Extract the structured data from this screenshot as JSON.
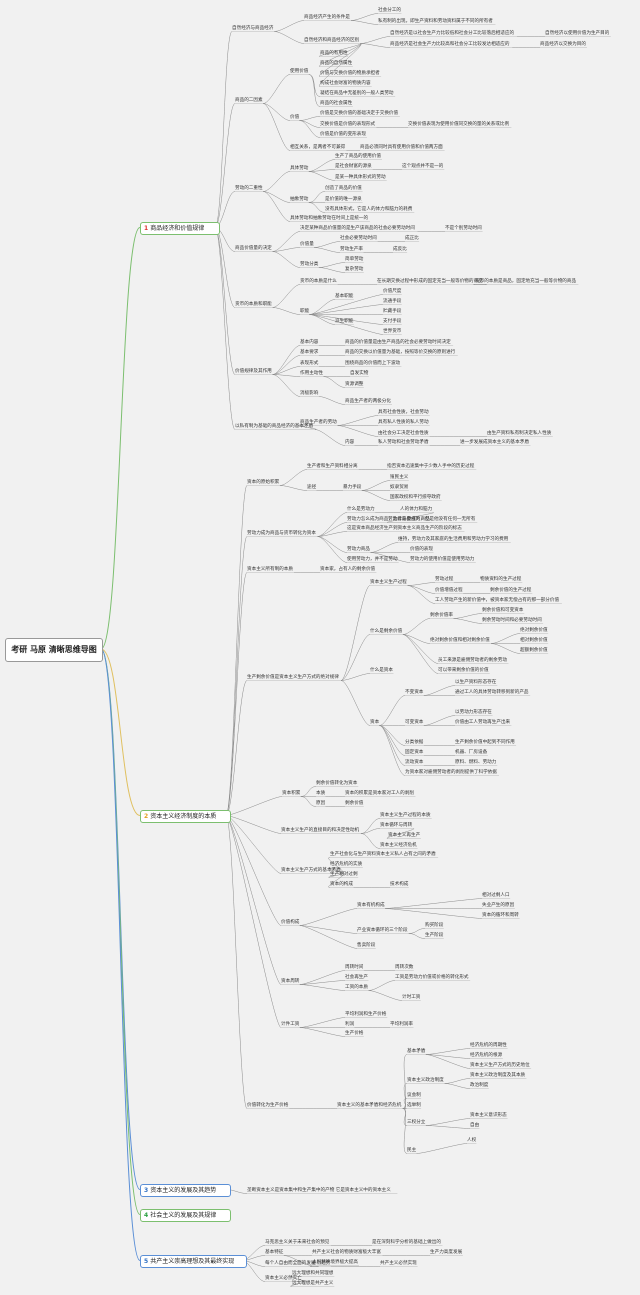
{
  "title": "考研 马原 清晰思维导图",
  "main": [
    {
      "num": "1",
      "label": "商品经济和价值规律",
      "num_color": "#e03030"
    },
    {
      "num": "2",
      "label": "资本主义经济制度的本质",
      "num_color": "#e0a020"
    },
    {
      "num": "3",
      "label": "资本主义的发展及其趋势",
      "num_color": "#2f6fc2"
    },
    {
      "num": "4",
      "label": "社会主义的发展及其规律",
      "num_color": "#2aa040"
    },
    {
      "num": "5",
      "label": "共产主义崇高理想及其最终实现",
      "num_color": "#2f6fc2"
    }
  ],
  "b1": [
    "自然经济与商品经济",
    "商品经济产生的条件是",
    "社会分工的",
    "私有制的出现，即生产资料和劳动资料属于不同的所有者",
    "自然经济和商品经济的区别",
    "自然经济是以社会生产力比较低和社会分工比较落后相适应的",
    "自然经济以使用价值为生产目的",
    "商品经济是社会生产力比较高和社会分工比较发达相适应的",
    "商品经济以交换为目的",
    "商品的二因素",
    "商品的有用性",
    "商品的自然属性",
    "价值与交换价值的物质承担者",
    "构成社会财富的物质内容",
    "使用价值",
    "凝结在商品中无差别的一般人类劳动",
    "商品的社会属性",
    "价值",
    "价值是交换价值的基础决定于交换价值",
    "交换价值是价值的表现形式",
    "交换价值表现为使用价值同交换的量的关系或比例",
    "价值是价值的变形表现",
    "相互关系，是两者不可兼得",
    "商品必须同时具有使用价值和价值两方面",
    "劳动的二重性",
    "具体劳动",
    "生产了商品的使用价值",
    "是社会财富的源泉",
    "这个观点并不是一的",
    "是某一种具体形式的劳动",
    "抽象劳动",
    "创造了商品的价值",
    "是价值的唯一源泉",
    "没有具体形式，它是人的体力和脑力的耗费",
    "具体劳动和抽象劳动在时间上是统一的",
    "商品价值量的决定",
    "决定某种商品价值量的是生产该商品的社会必要劳动时间",
    "不是个别劳动时间",
    "价值量",
    "社会必要劳动时间",
    "成正比",
    "劳动生产率",
    "成反比",
    "劳动分类",
    "简单劳动",
    "复杂劳动",
    "货币的本质和职能",
    "货币的本质是什么",
    "在长期交换过程中形成的固定充当一般等价物的商品",
    "货币的本质是商品，固定地充当一般等价物的商品",
    "职能",
    "基本职能",
    "价值尺度",
    "流通手段",
    "派生职能",
    "贮藏手段",
    "支付手段",
    "世界货币",
    "价值规律及其作用",
    "基本内容",
    "商品的价值量是由生产商品的社会必要劳动时间决定",
    "基本要求",
    "商品的交换以价值量为基础，按照等价交换的原则进行",
    "表现形式",
    "围绕商品的价值而上下波动",
    "作用主动性",
    "自发实物",
    "资源调整",
    "消极影响",
    "商品生产者的两极分化",
    "以私有制为基础的商品经济的基本矛盾",
    "商品生产者的劳动",
    "具有社会性质，社会劳动",
    "具有私人性质的私人劳动",
    "由社会分工决定社会性质",
    "由生产资料私有制决定私人性质",
    "内容",
    "私人劳动和社会劳动矛盾",
    "进一步发展成资本主义的基本矛盾"
  ],
  "b2": [
    "资本的原始积累",
    "生产者和生产资料相分离",
    "指否资本迅速集中于少数人手中的历史过程",
    "途径",
    "暴力手段",
    "殖民主义",
    "奴隶贸易",
    "国家政权和平行掠夺政府",
    "劳动力成为商品与货币转化为资本",
    "什么是劳动力",
    "人的体力和脑力",
    "劳动力怎么成为商品，为什么要成为商品",
    "劳动者是自由的，但是他没有任何一无所有",
    "这是资本商品经济生产到资本主义商品生产的阶段的标志",
    "劳动力商品",
    "维持，劳动力及其家庭的生活费用和劳动力学习的费用",
    "价值的表现",
    "劳动力的使用价值是使用劳动力",
    "使用劳动力，并不是劳动",
    "资本主义所有制的本质",
    "资本家，占有人的剩余价值",
    "生产剩余价值是资本主义生产方式的绝对规律",
    "资本主义生产过程",
    "劳动过程",
    "物质资料的生产过程",
    "价值增值过程",
    "剩余价值的生产过程",
    "工人劳动产生的新价值中，被资本家无偿占有的那一部分价值",
    "什么是剩余价值",
    "剩余价值率",
    "剩余价值和可变资本",
    "剩余劳动时间和必要劳动时间",
    "绝对剩余价值和相对剩余价值",
    "绝对剩余价值",
    "相对剩余价值",
    "超额剩余价值",
    "员工来源是雇佣劳动者的剩余劳动",
    "可以带来剩余价值的价值",
    "什么是资本",
    "资本",
    "不变资本",
    "以生产资料形态存在",
    "通过工人的具体劳动转移到新的产品",
    "可变资本",
    "以劳动力形态存在",
    "价值由工人劳动再生产出来",
    "分类依据",
    "生产剩余价值中起到不同作用",
    "固定资本",
    "机器、厂房设备",
    "流动资本",
    "原料、燃料、劳动力",
    "为资本家对雇佣劳动者的剥削提供了科学依据",
    "资本积累",
    "剩余价值转化为资本",
    "本质",
    "资本的积累是资本家对工人的剥削",
    "原因",
    "剩余价值",
    "资本主义生产的直接目的和决定性动机",
    "资本主义生产过程的本质",
    "资本循环与周转",
    "资本主义再生产",
    "资本主义经济危机",
    "资本主义生产方式的基本矛盾",
    "生产社会化与生产资料资本主义私人占有之间的矛盾",
    "经济危机的实质",
    "生产相对过剩",
    "资本的构成",
    "技术构成",
    "价值构成",
    "资本有机构成",
    "相对过剩人口",
    "失业产生的原因",
    "资本的循环和周转",
    "产业资本循环的三个阶段",
    "购买阶段",
    "生产阶段",
    "售卖阶段",
    "资本周转",
    "周转时间",
    "周转次数",
    "社会再生产",
    "工资的本质",
    "工资是劳动力价值或价格的转化形式",
    "计时工资",
    "计件工资",
    "平均利润和生产价格",
    "利润",
    "平均利润率",
    "生产价格",
    "价值转化为生产价格",
    "资本主义的基本矛盾和经济危机",
    "基本矛盾",
    "经济危机的周期性",
    "经济危机的根源",
    "资本主义生产方式的历史地位",
    "资本主义政治制度",
    "资本主义政治制度及其本质",
    "政治制度",
    "议会制",
    "选举制",
    "三权分立",
    "资本主义意识形态",
    "自由",
    "民主",
    "人权",
    "本质"
  ],
  "b3": [
    "垄断资本主义是资本集中和生产集中的产物 它是资本主义中的资本主义"
  ],
  "b5": [
    "马克思主义关于未来社会的预见",
    "是在深刻科学分析的基础上做出的",
    "基本特征",
    "共产主义社会的物质财富极大丰富",
    "生产力高度发展",
    "人们精神境界极大提高",
    "每个人自由而全面的发展",
    "必然趋势",
    "共产主义必然实现",
    "资本主义必然灭亡",
    "远大理想和共同理想",
    "远大理想是共产主义",
    "共同理想是中国特色社会主义"
  ],
  "colors": {
    "line": "#8a8a8a",
    "green": "#7cbf6f",
    "blue": "#5b8fd6"
  }
}
